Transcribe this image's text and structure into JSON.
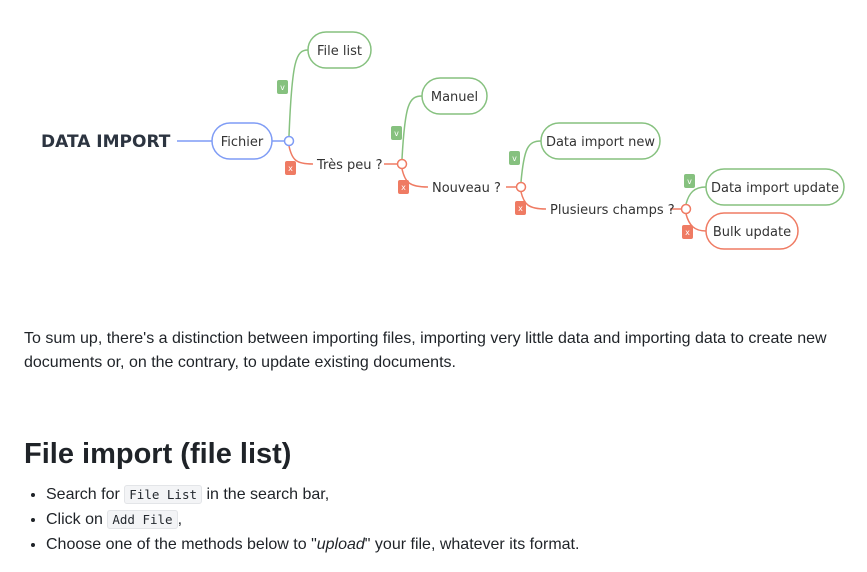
{
  "mindmap": {
    "root": "DATA IMPORT",
    "fichier": "Fichier",
    "file_list": "File list",
    "tres_peu": "Très peu ?",
    "manuel": "Manuel",
    "nouveau": "Nouveau ?",
    "data_import_new": "Data import new",
    "plusieurs_champs": "Plusieurs champs ?",
    "data_import_update": "Data import update",
    "bulk_update": "Bulk update",
    "yes_badge": "v",
    "no_badge": "x",
    "colors": {
      "blue": "#7f9cf5",
      "green": "#86c17f",
      "red": "#ef7b63"
    }
  },
  "summary": "To sum up, there's a distinction between importing files, importing very little data and importing data to create new documents or, on the contrary, to update existing documents.",
  "section": {
    "heading": "File import (file list)",
    "step1": {
      "before": "Search for",
      "code": "File List",
      "after": "in the search bar,"
    },
    "step2": {
      "before": "Click on",
      "code": "Add File",
      "after": ","
    },
    "step3": {
      "before": "Choose one of the methods below to \"",
      "em": "upload",
      "after": "\" your file, whatever its format."
    }
  }
}
